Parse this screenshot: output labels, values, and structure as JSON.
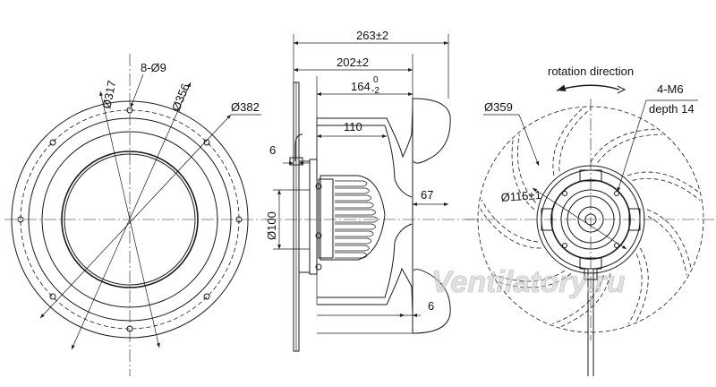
{
  "front_view": {
    "dia_317": "Ø317",
    "bolts": "8-Ø9",
    "dia_356": "Ø356",
    "dia_382": "Ø382"
  },
  "side_view": {
    "len_263": "263±2",
    "len_202": "202±2",
    "len_164_base": "164",
    "len_164_upper": "0",
    "len_164_lower": "-2",
    "len_110": "110",
    "len_6_top": "6",
    "len_67": "67",
    "dia_100": "Ø100",
    "len_6_bottom": "6"
  },
  "rear_view": {
    "rotation": "rotation direction",
    "thread": "4-M6",
    "depth": "depth 14",
    "dia_359": "Ø359",
    "dia_115": "Ø115±1"
  },
  "watermark": "Ventilatory.ru"
}
